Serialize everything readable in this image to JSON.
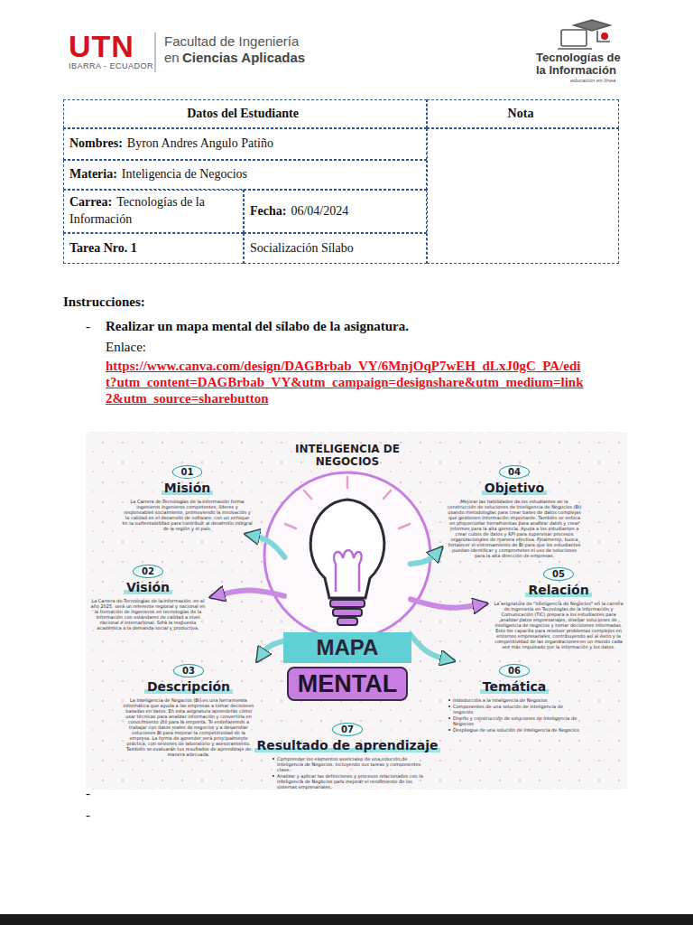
{
  "diagram": {
    "nodes": [
      {
        "text": [
          "Datos del Estudiante"
        ]
      },
      {
        "text": [
          "Nota"
        ]
      },
      {
        "text": [
          "Nombres:",
          "Byron Andres Angulo Patiño"
        ]
      },
      {
        "text": [
          "Materia:",
          "Inteligencia de Negocios"
        ]
      },
      {
        "text": [
          "Carrea:",
          "Tecnologías de la Información"
        ]
      },
      {
        "text": [
          "Fecha:",
          "06/04/2024"
        ]
      },
      {
        "text": [
          "Tarea Nro. 1"
        ]
      },
      {
        "text": [
          "Socialización Sílabo"
        ]
      },
      {
        "text": [
          "MAPA",
          "MENTAL"
        ]
      },
      {
        "text": [
          "01",
          "Misión",
          "La Carrera de Tecnologías de la Información forma ingenieros ingenieros competentes, líderes y responsables socialmente, promoviendo la innovación y la calidad en el desarrollo de software, con un enfoque en la sustentabilidad para contribuir al desarrollo integral de la región y el país."
        ]
      },
      {
        "text": [
          "02",
          "Visión",
          "La Carrera de Tecnologías de la Información, en el año 2025, será un referente regional y nacional en la formación de ingenieros en tecnologías de la información con estándares de calidad a nivel nacional e internacional. Será la respuesta académica a la demanda social y productiva."
        ]
      },
      {
        "text": [
          "03",
          "Descripción",
          "La Inteligencia de Negocios (BI) es una herramienta informática que ayuda a las empresas a tomar decisiones basadas en datos. En esta asignatura aprenderás cómo usar técnicas para analizar información y convertirla en conocimiento útil para la empresa. Te enseñaremos a trabajar con datos reales de negocios y a desarrollar soluciones BI para mejorar la competitividad de la empresa. La forma de aprender será principalmente práctica, con sesiones de laboratorio y asesoramiento. También se evaluarán tus resultados de aprendizaje de manera adecuada."
        ]
      },
      {
        "text": [
          "04",
          "Objetivo",
          "Mejorar las habilidades de los estudiantes en la construcción de soluciones de Inteligencia de Negocios (BI) usando metodologías para crear bases de datos complejas que gestionen información importante. También se enfoca en proporcionar herramientas para analizar datos y crear informes para la alta gerencia. Ayuda a los estudiantes a crear cubos de datos y KPI para supervisar procesos organizacionales de manera efectiva. Finalmente, busca fortalecer el entrenamiento de BI para que los estudiantes puedan identificar y comprometer el uso de soluciones para la alta dirección de empresas."
        ]
      },
      {
        "text": [
          "05",
          "Relación",
          "La asignatura de \"Inteligencia de Negocios\" en la carrera de Ingeniería en Tecnologías de la Información y Comunicación (TIC) prepara a los estudiantes para analizar datos empresariales, diseñar soluciones de inteligencia de negocios y tomar decisiones informadas. Esto los capacita para resolver problemas complejos en entornos empresariales, contribuyendo así al éxito y la competitividad de las organizaciones en un mundo cada vez más impulsado por la información y los datos."
        ]
      },
      {
        "text": [
          "06",
          "Temática",
          "Introducción a la Inteligencia de Negocios",
          "Componentes de una solución de inteligencia de negocios",
          "Diseño y construcción de soluciones de Inteligencia de Negocios",
          "Despliegue de una solución de Inteligencia de Negocios"
        ]
      },
      {
        "text": [
          "07",
          "Resultado de aprendizaje",
          "Comprender los elementos esenciales de una solución de Inteligencia de Negocios, incluyendo sus tareas y componentes clave.",
          "Analizar y aplicar las definiciones y procesos relacionados con la Inteligencia de Negocios para mejorar el rendimiento de los sistemas empresariales."
        ]
      }
    ],
    "edges": [
      {
        "from": 8,
        "to": 9,
        "arrow": "to"
      },
      {
        "from": 8,
        "to": 10,
        "arrow": "to"
      },
      {
        "from": 8,
        "to": 11,
        "arrow": "to"
      },
      {
        "from": 8,
        "to": 12,
        "arrow": "to"
      },
      {
        "from": 8,
        "to": 13,
        "arrow": "to"
      },
      {
        "from": 8,
        "to": 14,
        "arrow": "to"
      }
    ],
    "labels": [
      "UTN",
      "IBARRA - ECUADOR",
      "Facultad de Ingeniería",
      "en",
      "Ciencias Aplicadas",
      "Tecnologías de la Información",
      "educación en línea",
      "Instrucciones:",
      "-",
      "Realizar un mapa mental del sílabo de la asignatura.",
      "Enlace:",
      "https://www.canva.com/design/DAGBrbab_VY/6MnjOqP7wEH_dLxJ0gC_PA/edit?utm_content=DAGBrbab_VY&utm_campaign=designshare&utm_medium=link2&utm_source=sharebutton",
      "INTELIGENCIA DE NEGOCIOS",
      "-",
      "-"
    ]
  }
}
